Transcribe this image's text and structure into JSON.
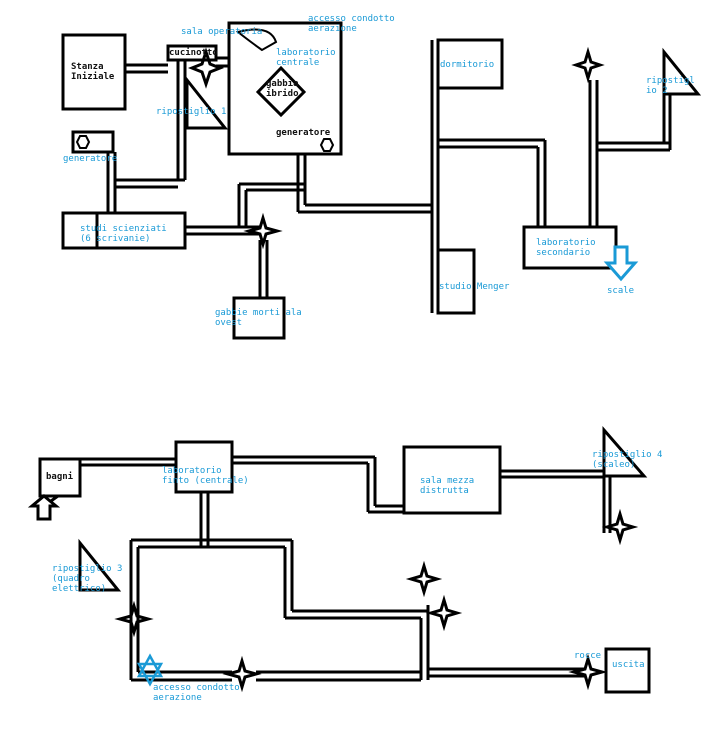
{
  "colors": {
    "ink": "#000000",
    "accent": "#1a9ad6",
    "background": "#ffffff"
  },
  "top": {
    "stanza_iniziale": "Stanza\nIniziale",
    "cucinotto": "cucinotto",
    "sala_operatoria": "sala operatoria",
    "accesso_condotto": "accesso condotto\naerazione",
    "lab_centrale": "laboratorio\ncentrale",
    "gabbia_ibrido": "gabbia\nibrido",
    "generatore_lab": "generatore",
    "ripostiglio_1": "ripostiglio 1",
    "generatore": "generatore",
    "studi_scienziati": "studi scienziati\n(6 scrivanie)",
    "gabbie_morti": "gabbie morti ala\novest",
    "dormitorio": "dormitorio",
    "studio_menger": "studio Menger",
    "ripostiglio_2": "ripostigl\nio 2",
    "lab_secondario": "laboratorio\nsecondario",
    "scale": "scale"
  },
  "bottom": {
    "bagni": "bagni",
    "lab_finto": "laboratorio\nfinto (centrale)",
    "sala_mezza": "sala mezza\ndistrutta",
    "ripostiglio_4": "ripostiglio 4\n(scaleo)",
    "ripostiglio_3": "ripostiglio 3\n(quadro\nelettrico)",
    "accesso_condotto": "accesso condotto\naerazione",
    "rocce": "rocce",
    "uscita": "uscita"
  }
}
